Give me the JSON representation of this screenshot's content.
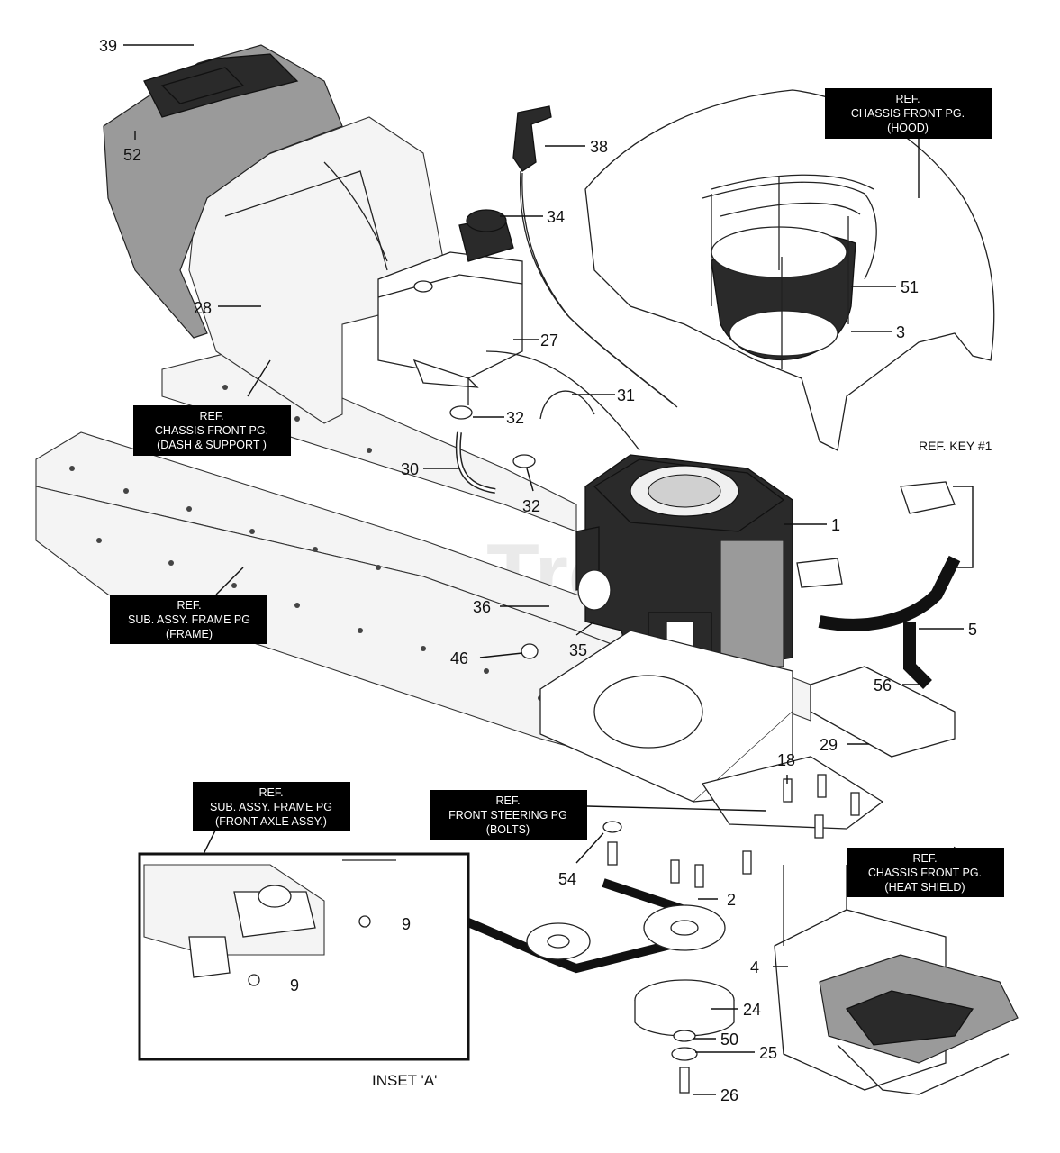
{
  "watermark": "PartsTree",
  "inset_label": "INSET 'A'",
  "callouts": [
    {
      "id": "39",
      "text": "39"
    },
    {
      "id": "52",
      "text": "52"
    },
    {
      "id": "38",
      "text": "38"
    },
    {
      "id": "34",
      "text": "34"
    },
    {
      "id": "28",
      "text": "28"
    },
    {
      "id": "27",
      "text": "27"
    },
    {
      "id": "51",
      "text": "51"
    },
    {
      "id": "3",
      "text": "3"
    },
    {
      "id": "31",
      "text": "31"
    },
    {
      "id": "32a",
      "text": "32"
    },
    {
      "id": "30",
      "text": "30"
    },
    {
      "id": "32b",
      "text": "32"
    },
    {
      "id": "1",
      "text": "1"
    },
    {
      "id": "36",
      "text": "36"
    },
    {
      "id": "35",
      "text": "35"
    },
    {
      "id": "46",
      "text": "46"
    },
    {
      "id": "5",
      "text": "5"
    },
    {
      "id": "56",
      "text": "56"
    },
    {
      "id": "29",
      "text": "29"
    },
    {
      "id": "18",
      "text": "18"
    },
    {
      "id": "54",
      "text": "54"
    },
    {
      "id": "2",
      "text": "2"
    },
    {
      "id": "9a",
      "text": "9"
    },
    {
      "id": "9b",
      "text": "9"
    },
    {
      "id": "4",
      "text": "4"
    },
    {
      "id": "24",
      "text": "24"
    },
    {
      "id": "50",
      "text": "50"
    },
    {
      "id": "25",
      "text": "25"
    },
    {
      "id": "26",
      "text": "26"
    }
  ],
  "ref_boxes": [
    {
      "id": "hood",
      "lines": [
        "REF.",
        "CHASSIS FRONT PG.",
        "(HOOD)"
      ]
    },
    {
      "id": "dash",
      "lines": [
        "REF.",
        "CHASSIS FRONT PG.",
        "(DASH & SUPPORT )"
      ]
    },
    {
      "id": "frame",
      "lines": [
        "REF.",
        "SUB. ASSY. FRAME PG",
        "(FRAME)"
      ]
    },
    {
      "id": "axle",
      "lines": [
        "REF.",
        "SUB. ASSY. FRAME PG",
        "(FRONT AXLE ASSY.)"
      ]
    },
    {
      "id": "steering",
      "lines": [
        "REF.",
        "FRONT STEERING PG",
        "(BOLTS)"
      ]
    },
    {
      "id": "heatshield",
      "lines": [
        "REF.",
        "CHASSIS FRONT PG.",
        "(HEAT SHIELD)"
      ]
    }
  ],
  "ref_key": "REF. KEY #1"
}
